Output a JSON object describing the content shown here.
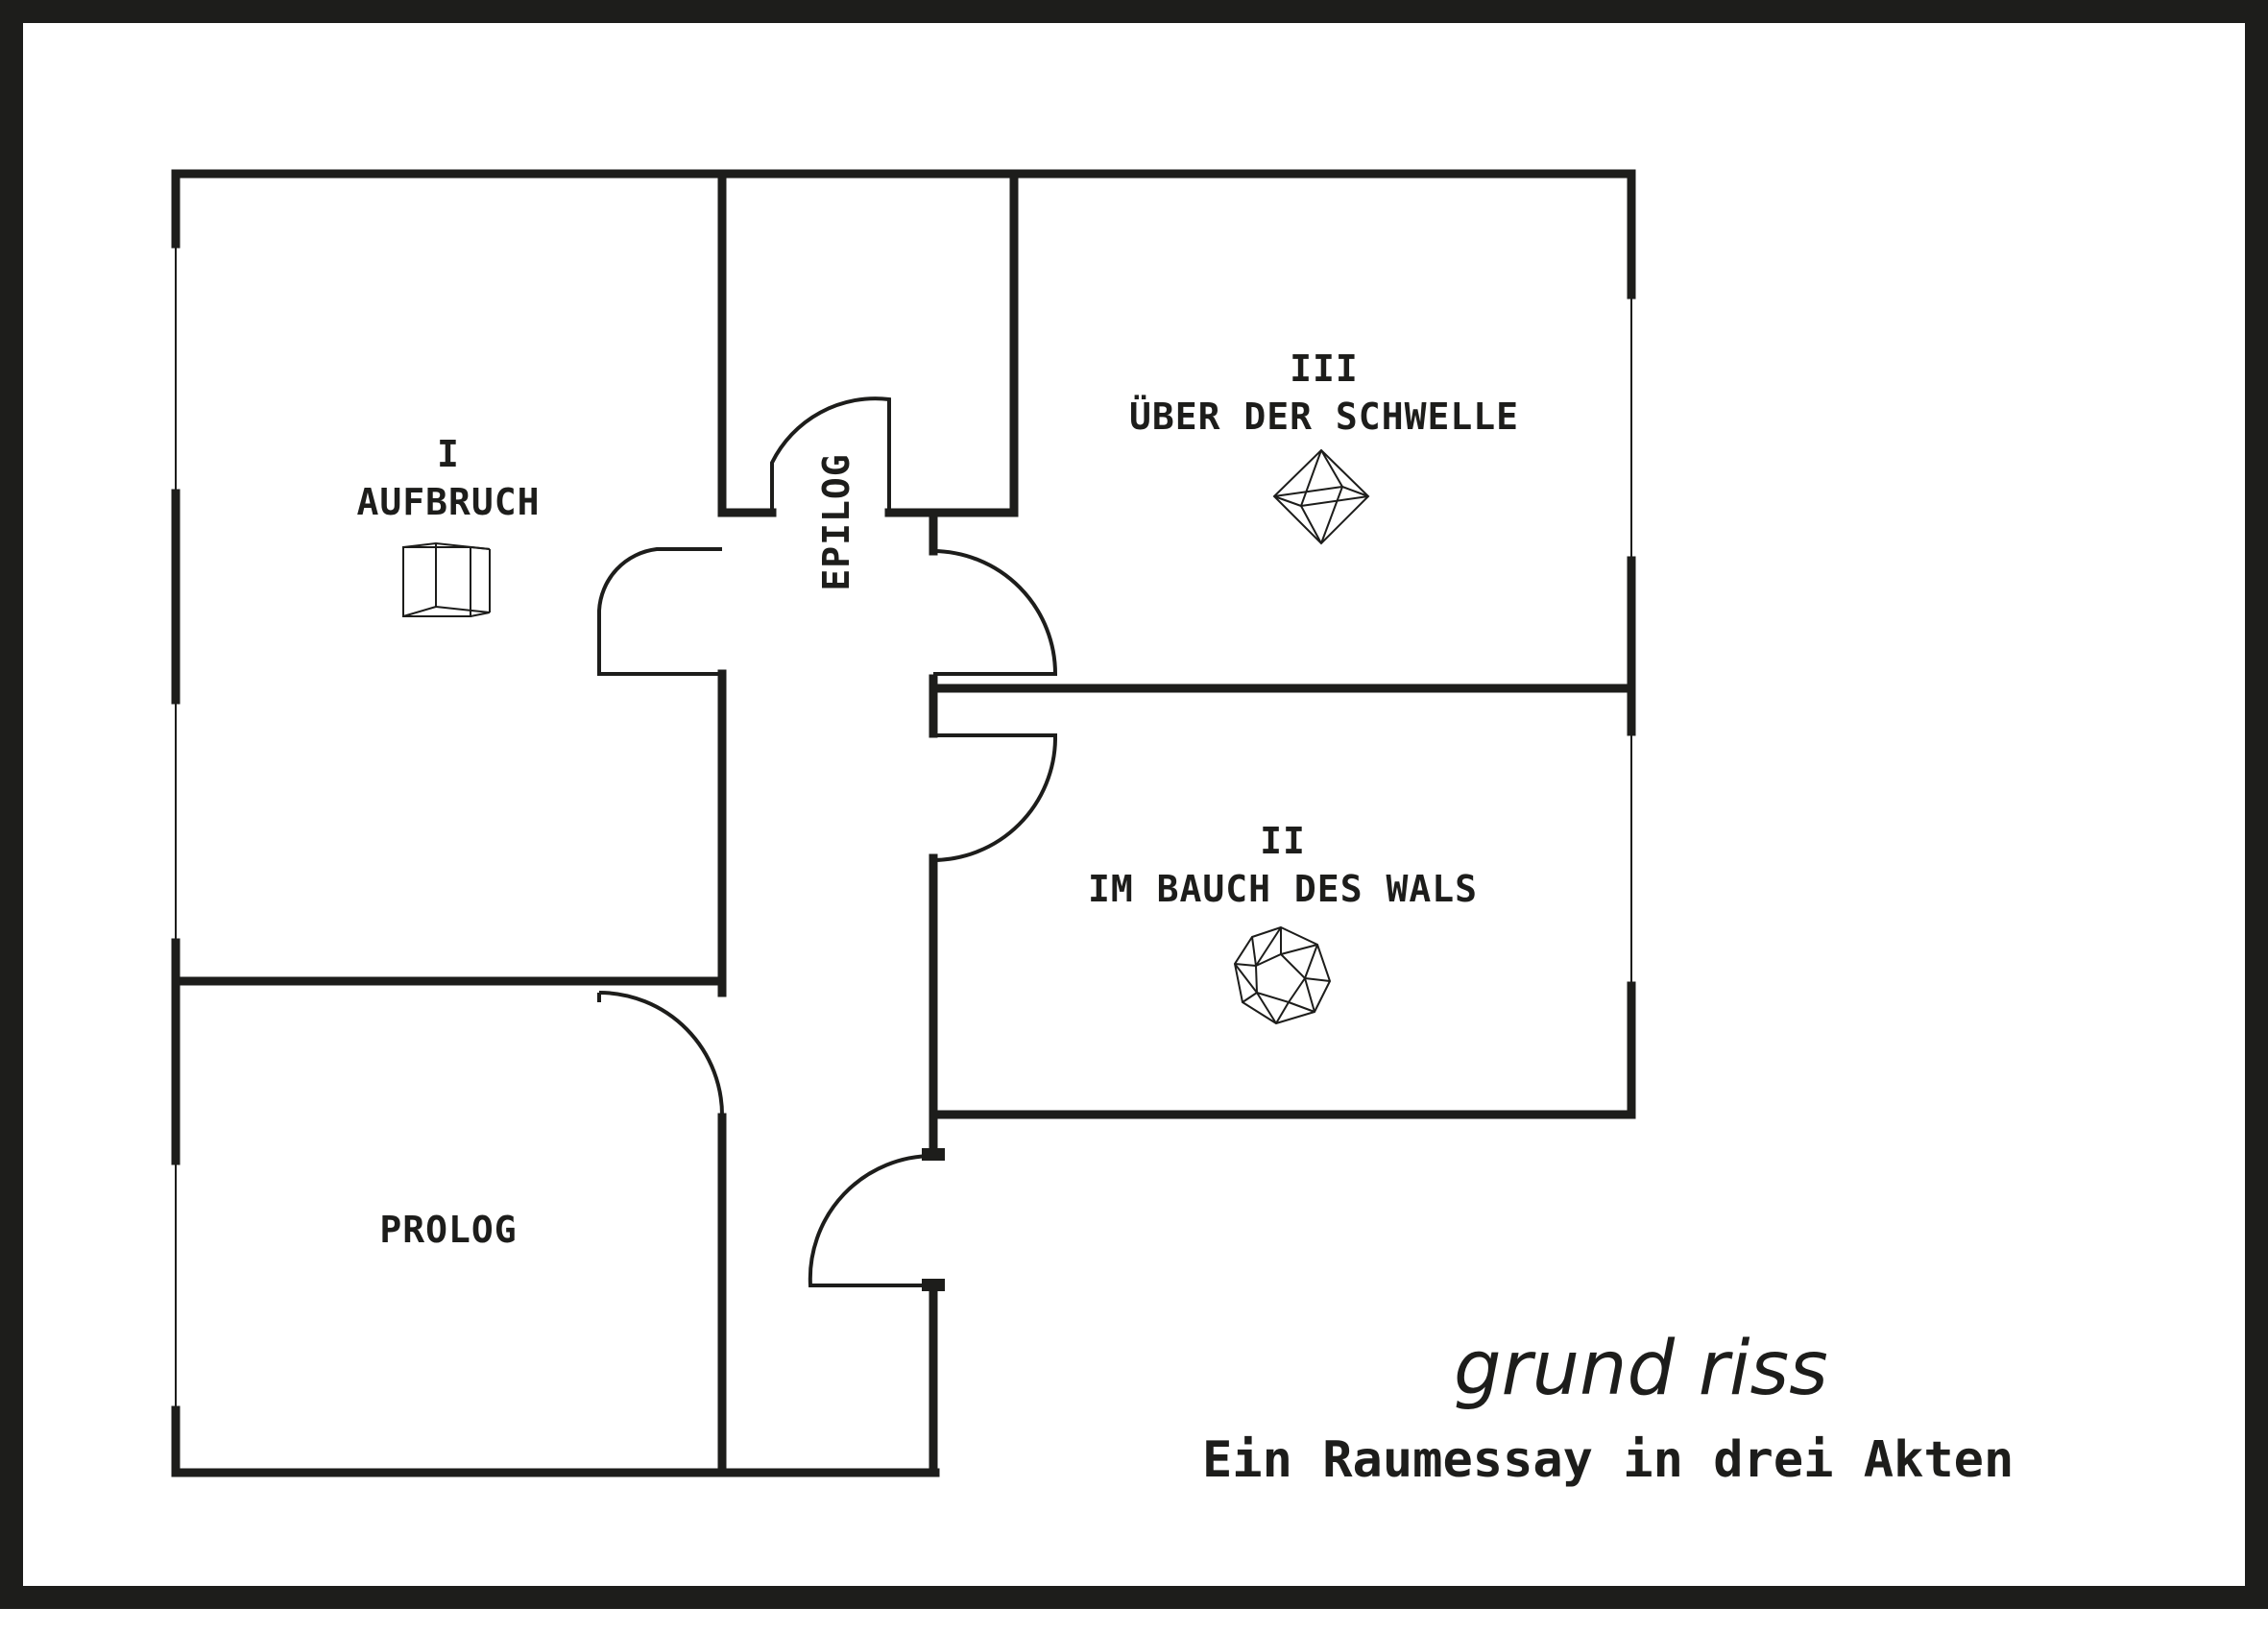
{
  "rooms": {
    "aufbruch": {
      "numeral": "I",
      "name": "AUFBRUCH",
      "icon": "cube-icon"
    },
    "schwelle": {
      "numeral": "III",
      "name": "ÜBER DER SCHWELLE",
      "icon": "octahedron-icon"
    },
    "bauch": {
      "numeral": "II",
      "name": "IM BAUCH DES WALS",
      "icon": "icosahedron-icon"
    },
    "prolog": {
      "name": "PROLOG"
    },
    "epilog": {
      "name": "EPILOG"
    }
  },
  "title": "grund riss",
  "subtitle": "Ein Raumessay in drei Akten",
  "colors": {
    "ink": "#1d1d1b",
    "paper": "#ffffff"
  }
}
